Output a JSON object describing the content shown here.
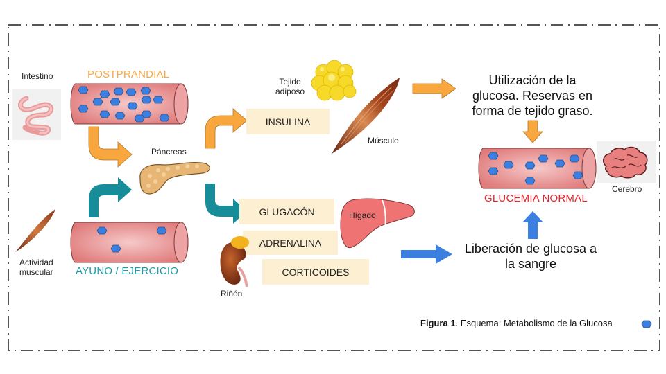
{
  "figure": {
    "caption_bold": "Figura 1",
    "caption_rest": ". Esquema: Metabolismo de la Glucosa",
    "legend_icon": "glucose-molecule-icon"
  },
  "left": {
    "intestine_label": "Intestino",
    "muscle_activity_label_line1": "Actividad",
    "muscle_activity_label_line2": "muscular",
    "postprandial_label": "POSTPRANDIAL",
    "fasting_label": "AYUNO / EJERCICIO"
  },
  "center": {
    "pancreas_label": "Páncreas",
    "adipose_label_line1": "Tejido",
    "adipose_label_line2": "adiposo",
    "muscle_label": "Músculo",
    "liver_label": "Hígado",
    "kidney_label": "Riñón",
    "hormones": [
      "INSULINA",
      "GLUGACÓN",
      "ADRENALINA",
      "CORTICOIDES"
    ]
  },
  "right": {
    "utilization_text_line1": "Utilización de la",
    "utilization_text_line2": "glucosa. Reservas en",
    "utilization_text_line3": "forma de tejido graso.",
    "release_text_line1": "Liberación de glucosa a",
    "release_text_line2": "la sangre",
    "normal_label": "GLUCEMIA NORMAL",
    "brain_label": "Cerebro"
  },
  "colors": {
    "postprandial": "#f5a94a",
    "fasting": "#1c9aa6",
    "normal": "#e8202a",
    "arrow_orange": "#f8a73e",
    "arrow_teal": "#168d98",
    "arrow_blue": "#3b7fe0",
    "glucose": "#3b7fe0",
    "hormone_bg": "#fdf0d2",
    "vessel": "#e58383",
    "liver": "#f07373"
  }
}
